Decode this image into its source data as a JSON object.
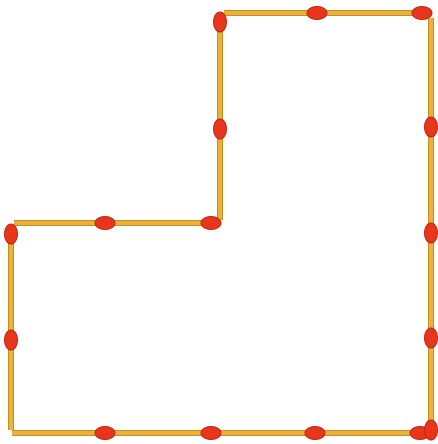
{
  "puzzle": {
    "kind": "matchstick-figure",
    "shape": "L-shaped outline",
    "matchstick_count": 16,
    "colors": {
      "background": "#ffffff",
      "stick": "#e8b23c",
      "stick_edge": "#c68f1c",
      "head": "#e8361d",
      "head_edge": "#c0280f"
    }
  }
}
